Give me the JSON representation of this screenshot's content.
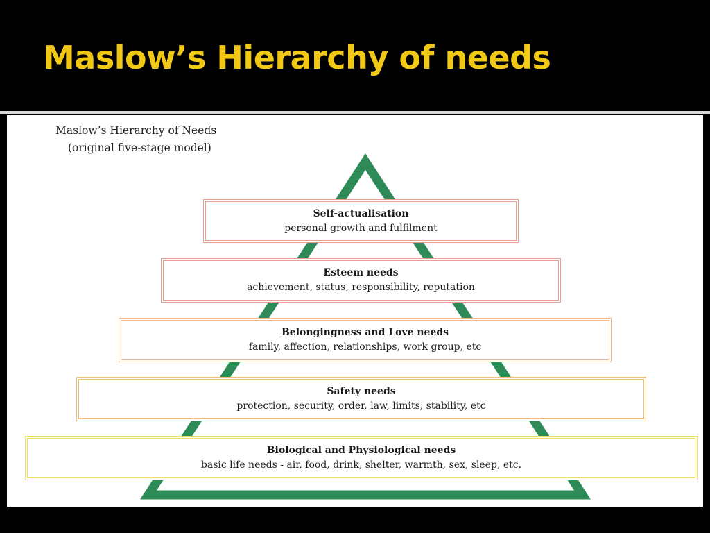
{
  "slide": {
    "title": "Maslow’s Hierarchy of needs"
  },
  "figure": {
    "caption_line1": "Maslow’s Hierarchy of Needs",
    "caption_line2": "(original five-stage model)"
  },
  "colors": {
    "background": "#000000",
    "title": "#f2c816",
    "pyramid": "#2e8b57"
  },
  "tiers": [
    {
      "title": "Self-actualisation",
      "description": "personal growth and fulfilment",
      "border_color": "#e8a08e"
    },
    {
      "title": "Esteem needs",
      "description": "achievement, status, responsibility, reputation",
      "border_color": "#e8a08e"
    },
    {
      "title": "Belongingness and Love needs",
      "description": "family, affection, relationships, work group, etc",
      "border_color": "#f0b890"
    },
    {
      "title": "Safety needs",
      "description": "protection, security, order, law, limits, stability, etc",
      "border_color": "#f0c078"
    },
    {
      "title": "Biological and Physiological needs",
      "description": "basic life needs - air, food, drink, shelter, warmth, sex, sleep, etc.",
      "border_color": "#f2e060"
    }
  ]
}
